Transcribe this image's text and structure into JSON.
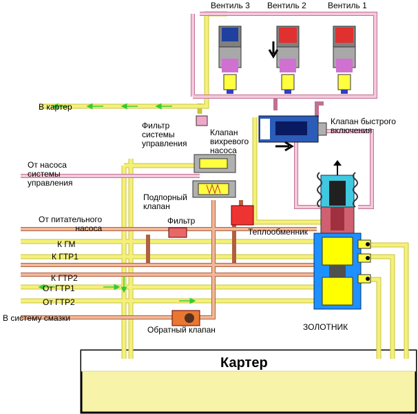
{
  "valves": [
    {
      "label": "Вентиль 3"
    },
    {
      "label": "Вентиль 2"
    },
    {
      "label": "Вентиль 1"
    }
  ],
  "labels": {
    "to_sump": "В картер",
    "control_filter": [
      "Фильтр",
      "системы",
      "управления"
    ],
    "vortex_pump_valve": [
      "Клапан",
      "вихревого",
      "насоса"
    ],
    "from_control_pump": [
      "От насоса",
      "системы",
      "управления"
    ],
    "boost_valve": [
      "Подпорный",
      "клапан"
    ],
    "quick_engage_valve": [
      "Клапан быстрого",
      "включения"
    ],
    "from_feed_pump": [
      "От питательного",
      "насоса"
    ],
    "filter": "Фильтр",
    "heat_exchanger": "Теплообменник",
    "to_gm": "К ГМ",
    "to_gtr1": "К ГТР1",
    "to_gtr2": "К ГТР2",
    "from_gtr1": "От ГТР1",
    "from_gtr2": "От ГТР2",
    "to_lube": "В систему смазки",
    "check_valve": "Обратный клапан",
    "spool": "ЗОЛОТНИК",
    "sump_title": "Картер"
  },
  "colors": {
    "pipe_yellow": "#f5f07a",
    "pipe_pink": "#e8a8c8",
    "pipe_orange": "#e8a080",
    "arrow_green": "#33cc33",
    "arrow_orange": "#ff6600",
    "arrow_purple": "#9933cc",
    "sump_fill": "#f7f3a8",
    "spool_blue": "#1e90ff",
    "spool_yellow": "#ffff00",
    "valve_red": "#e03030"
  }
}
